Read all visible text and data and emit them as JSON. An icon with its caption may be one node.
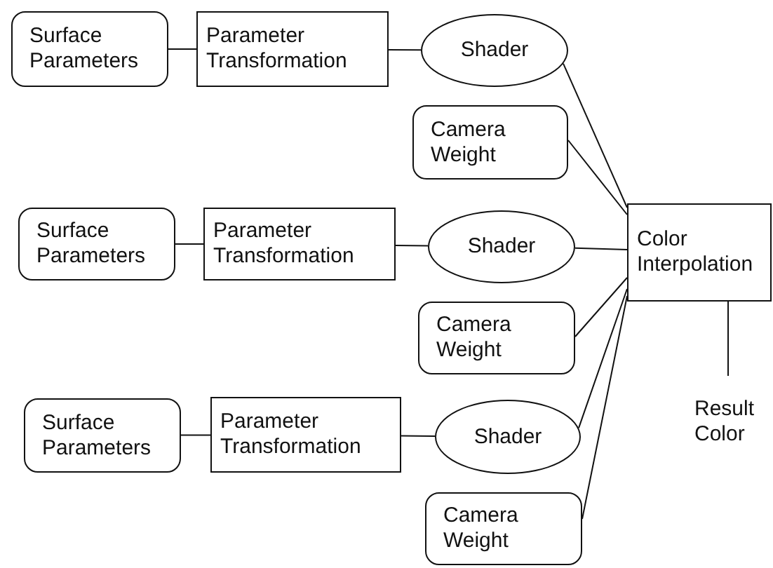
{
  "diagram": {
    "nodes": [
      {
        "text": [
          "Surface Parameters"
        ]
      },
      {
        "text": [
          "Parameter Transformation"
        ]
      },
      {
        "text": [
          "Shader"
        ]
      },
      {
        "text": [
          "Camera Weight"
        ]
      },
      {
        "text": [
          "Surface Parameters"
        ]
      },
      {
        "text": [
          "Parameter Transformation"
        ]
      },
      {
        "text": [
          "Shader"
        ]
      },
      {
        "text": [
          "Color Interpolation"
        ]
      },
      {
        "text": [
          "Camera Weight"
        ]
      },
      {
        "text": [
          "Surface Parameters"
        ]
      },
      {
        "text": [
          "Parameter Transformation"
        ]
      },
      {
        "text": [
          "Shader"
        ]
      },
      {
        "text": [
          "Result Color"
        ]
      },
      {
        "text": [
          "Camera Weight"
        ]
      }
    ],
    "edges": [
      {
        "from": 0,
        "to": 1,
        "arrow": "none"
      },
      {
        "from": 1,
        "to": 2,
        "arrow": "none"
      },
      {
        "from": 4,
        "to": 5,
        "arrow": "none"
      },
      {
        "from": 5,
        "to": 6,
        "arrow": "none"
      },
      {
        "from": 9,
        "to": 10,
        "arrow": "none"
      },
      {
        "from": 10,
        "to": 11,
        "arrow": "none"
      },
      {
        "from": 2,
        "to": 7,
        "arrow": "none"
      },
      {
        "from": 3,
        "to": 7,
        "arrow": "none"
      },
      {
        "from": 6,
        "to": 7,
        "arrow": "none"
      },
      {
        "from": 8,
        "to": 7,
        "arrow": "none"
      },
      {
        "from": 11,
        "to": 7,
        "arrow": "none"
      },
      {
        "from": 13,
        "to": 7,
        "arrow": "none"
      },
      {
        "from": 7,
        "to": 12,
        "arrow": "none"
      }
    ]
  }
}
